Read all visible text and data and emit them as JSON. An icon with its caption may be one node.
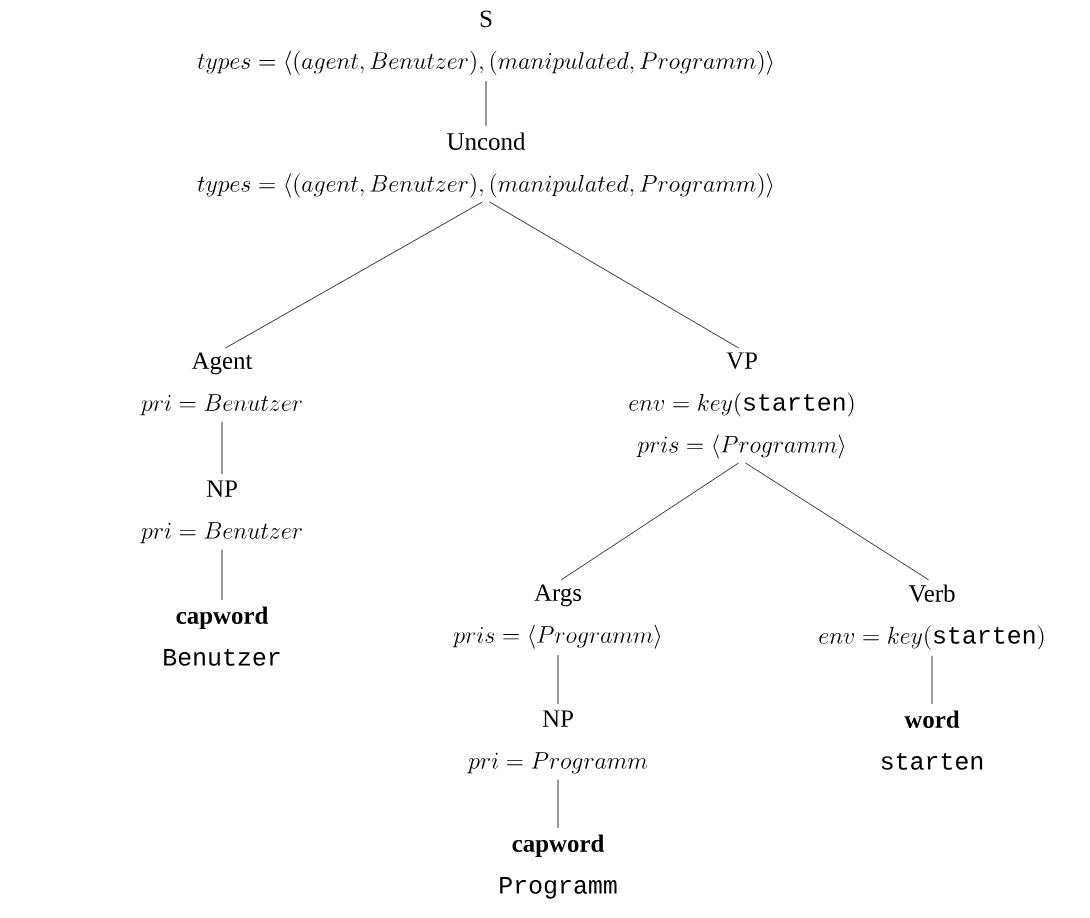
{
  "diagram": {
    "nodes": [
      {
        "text": [
          "S",
          "types = \\langle (agent, Benutzer), (manipulated, Programm)\\rangle"
        ]
      },
      {
        "text": [
          "Uncond",
          "types = \\langle (agent, Benutzer), (manipulated, Programm)\\rangle"
        ]
      },
      {
        "text": [
          "Agent",
          "pri = Benutzer"
        ]
      },
      {
        "text": [
          "NP",
          "pri = Benutzer"
        ]
      },
      {
        "text": [
          "capword",
          "Benutzer"
        ]
      },
      {
        "text": [
          "VP",
          "env = key(\\texttt{starten})",
          "pris = \\langle Programm\\rangle"
        ]
      },
      {
        "text": [
          "Args",
          "pris = \\langle Programm\\rangle"
        ]
      },
      {
        "text": [
          "NP",
          "pri = Programm"
        ]
      },
      {
        "text": [
          "capword",
          "Programm"
        ]
      },
      {
        "text": [
          "Verb",
          "env = key(\\texttt{starten})"
        ]
      },
      {
        "text": [
          "word",
          "starten"
        ]
      }
    ],
    "edges": [
      {
        "from": 0,
        "to": 1,
        "arrow": "none"
      },
      {
        "from": 1,
        "to": 2,
        "arrow": "none"
      },
      {
        "from": 1,
        "to": 5,
        "arrow": "none"
      },
      {
        "from": 2,
        "to": 3,
        "arrow": "none"
      },
      {
        "from": 3,
        "to": 4,
        "arrow": "none"
      },
      {
        "from": 5,
        "to": 6,
        "arrow": "none"
      },
      {
        "from": 5,
        "to": 9,
        "arrow": "none"
      },
      {
        "from": 6,
        "to": 7,
        "arrow": "none"
      },
      {
        "from": 7,
        "to": 8,
        "arrow": "none"
      },
      {
        "from": 9,
        "to": 10,
        "arrow": "none"
      }
    ]
  }
}
